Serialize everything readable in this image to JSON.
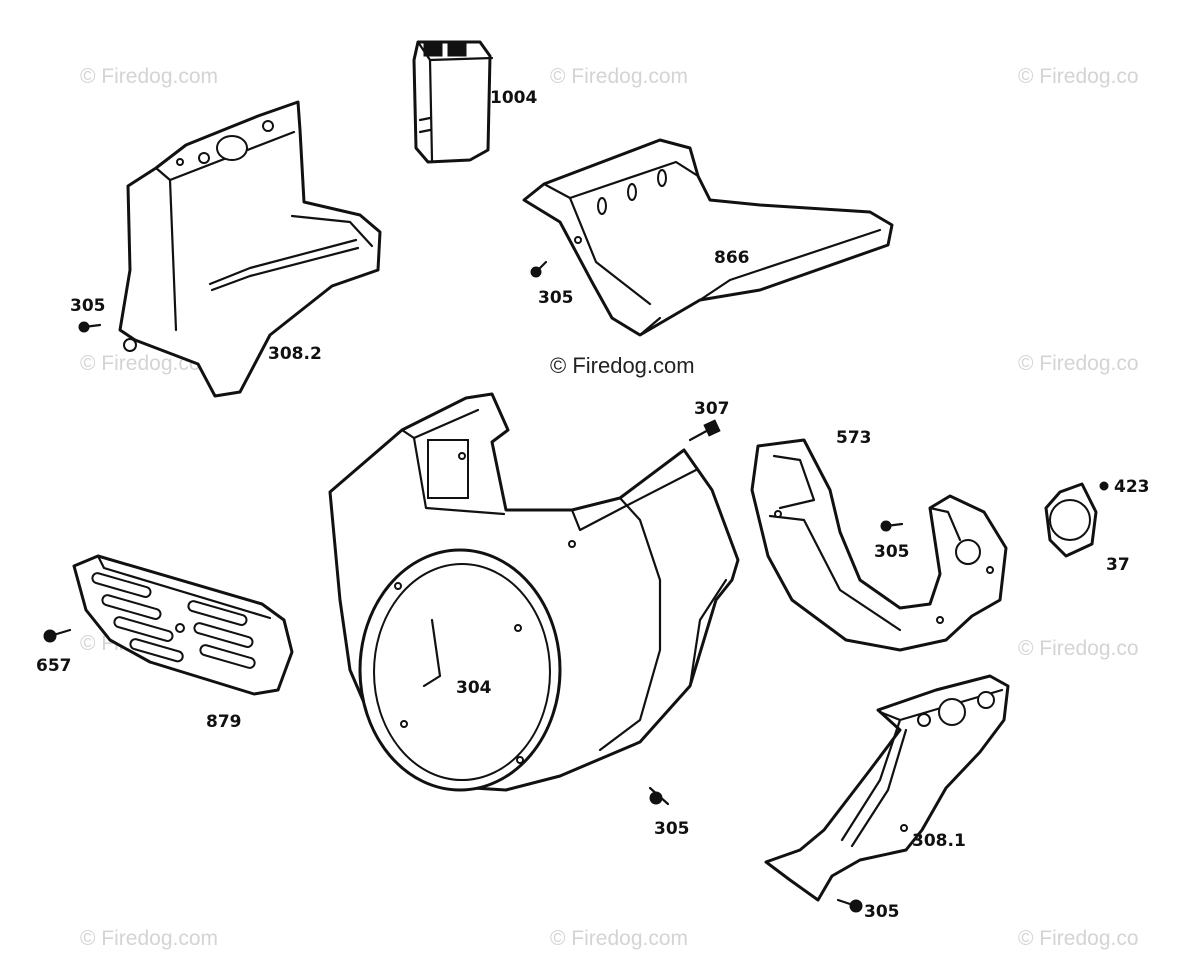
{
  "diagram": {
    "watermark": "© Firedog.com",
    "watermark_cut": "© Firedog.co",
    "parts": [
      {
        "id": "1004",
        "label": "1004"
      },
      {
        "id": "866",
        "label": "866"
      },
      {
        "id": "308.2",
        "label": "308.2"
      },
      {
        "id": "304",
        "label": "304"
      },
      {
        "id": "573",
        "label": "573"
      },
      {
        "id": "37",
        "label": "37"
      },
      {
        "id": "423",
        "label": "423"
      },
      {
        "id": "879",
        "label": "879"
      },
      {
        "id": "657",
        "label": "657"
      },
      {
        "id": "307",
        "label": "307"
      },
      {
        "id": "308.1",
        "label": "308.1"
      }
    ],
    "screw_labels": {
      "305_a": "305",
      "305_b": "305",
      "305_c": "305",
      "305_d": "305",
      "305_e": "305"
    }
  }
}
